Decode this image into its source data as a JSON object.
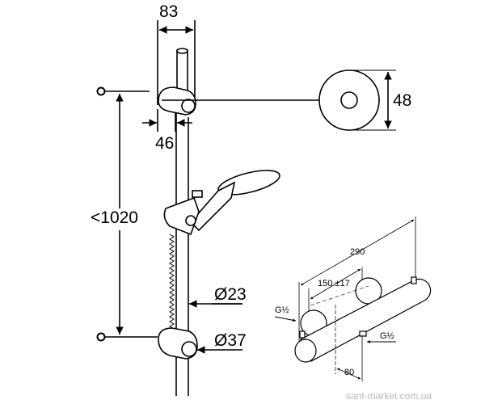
{
  "dimensions": {
    "rail_width": "83",
    "bracket_offset": "46",
    "wall_flange": "48",
    "max_height": "<1020",
    "rail_diameter": "Ø23",
    "holder_diameter": "Ø37"
  },
  "thermostat": {
    "overall_length": "290",
    "center_distance": "150 ±17",
    "inlet_thread_left": "G½",
    "outlet_thread": "G½",
    "outlet_offset": "80"
  },
  "watermark": "sant-market.com.ua"
}
